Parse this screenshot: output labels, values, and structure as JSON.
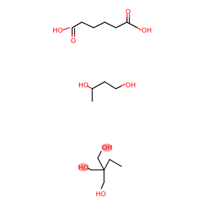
{
  "molecules": [
    {
      "labels": {
        "oh_left": "HO",
        "o_left": "O",
        "o_right": "O",
        "oh_right": "OH"
      }
    },
    {
      "labels": {
        "oh_left": "HO",
        "oh_right": "OH"
      }
    },
    {
      "labels": {
        "oh_top": "OH",
        "oh_left": "HO",
        "oh_bottom": "HO"
      }
    }
  ],
  "colors": {
    "oxygen": "#ff0000",
    "bond": "#000000",
    "highlight": "#ff9f9f"
  }
}
